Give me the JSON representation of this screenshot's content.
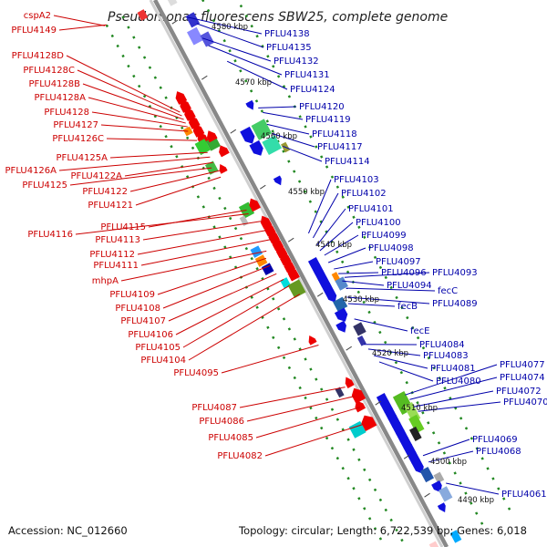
{
  "title": "Pseudomonas fluorescens SBW25, complete genome",
  "footer": {
    "accession": "Accession: NC_012660",
    "topology": "Topology: circular; Length: 6,722,539 bp; Genes: 6,018"
  },
  "kbp_ticks": [
    "4580 kbp",
    "4570 kbp",
    "4560 kbp",
    "4550 kbp",
    "4540 kbp",
    "4530 kbp",
    "4520 kbp",
    "4510 kbp",
    "4500 kbp",
    "4490 kbp"
  ],
  "left_labels": [
    "cspA2",
    "PFLU4149",
    "PFLU4128D",
    "PFLU4128C",
    "PFLU4128B",
    "PFLU4128A",
    "PFLU4128",
    "PFLU4127",
    "PFLU4126C",
    "PFLU4125A",
    "PFLU4126A",
    "PFLU4122A",
    "PFLU4125",
    "PFLU4122",
    "PFLU4121",
    "PFLU4115",
    "PFLU4116",
    "PFLU4113",
    "PFLU4112",
    "PFLU4111",
    "mhpA",
    "PFLU4109",
    "PFLU4108",
    "PFLU4107",
    "PFLU4106",
    "PFLU4105",
    "PFLU4104",
    "PFLU4095",
    "PFLU4087",
    "PFLU4086",
    "PFLU4085",
    "PFLU4082"
  ],
  "right_labels": [
    "PFLU4138",
    "PFLU4135",
    "PFLU4132",
    "PFLU4131",
    "PFLU4124",
    "PFLU4120",
    "PFLU4119",
    "PFLU4118",
    "PFLU4117",
    "PFLU4114",
    "PFLU4103",
    "PFLU4102",
    "PFLU4101",
    "PFLU4100",
    "PFLU4099",
    "PFLU4098",
    "PFLU4097",
    "PFLU4096",
    "PFLU4093",
    "PFLU4094",
    "fecC",
    "fecB",
    "PFLU4089",
    "fecE",
    "PFLU4084",
    "PFLU4083",
    "PFLU4081",
    "PFLU4080",
    "PFLU4077",
    "PFLU4074",
    "PFLU4072",
    "PFLU4070",
    "PFLU4069",
    "PFLU4068",
    "PFLU4061"
  ],
  "colors": {
    "backbone": "#888888",
    "forward": "#ee0000",
    "reverse": "#1010dd",
    "gc_dots": "#228822",
    "label_left": "#cc0000",
    "label_right": "#0000aa"
  }
}
